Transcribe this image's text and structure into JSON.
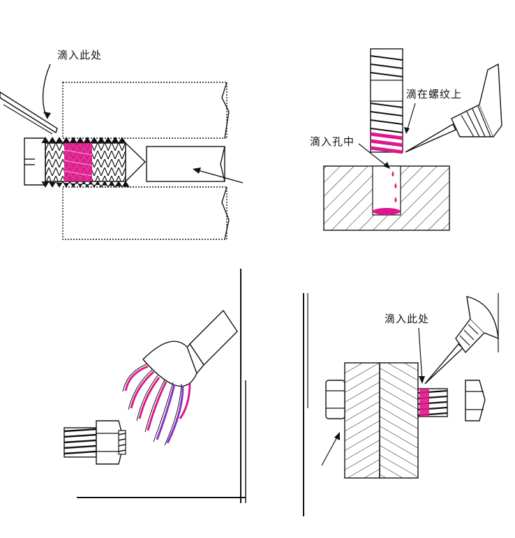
{
  "labels": {
    "drip_here_1": "滴入此处",
    "drip_on_thread": "滴在螺纹上",
    "drip_in_hole": "滴入孔中",
    "drip_here_2": "滴入此处"
  },
  "colors": {
    "adhesive": "#e0168c",
    "adhesive_alt": "#8b2fc9",
    "line": "#111111",
    "background": "#ffffff"
  }
}
